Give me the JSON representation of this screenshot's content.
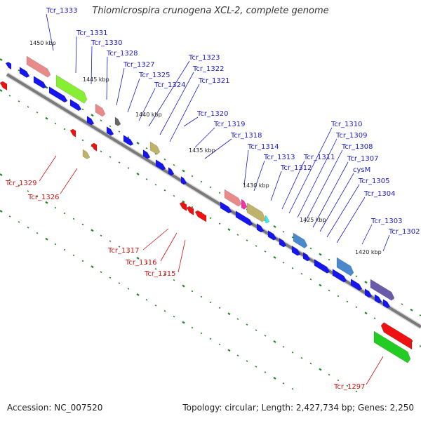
{
  "title": "Thiomicrospira crunogena XCL-2, complete genome",
  "footer": {
    "accession": "Accession: NC_007520",
    "summary": "Topology: circular; Length: 2,427,734 bp; Genes: 2,250"
  },
  "colors": {
    "forward_label": "#1a1acc",
    "reverse_label": "#cc1111",
    "gene_blue": "#1515ee",
    "gene_red": "#ee1111",
    "axis": "#888888",
    "tick": "#228822"
  },
  "scale_labels": [
    "1450 kbp",
    "1445 kbp",
    "1440 kbp",
    "1435 kbp",
    "1430 kbp",
    "1425 kbp",
    "1420 kbp"
  ],
  "forward_gene_labels": [
    "Tcr_1333",
    "Tcr_1331",
    "Tcr_1330",
    "Tcr_1328",
    "Tcr_1327",
    "Tcr_1325",
    "Tcr_1324",
    "Tcr_1323",
    "Tcr_1322",
    "Tcr_1321",
    "Tcr_1320",
    "Tcr_1319",
    "Tcr_1318",
    "Tcr_1314",
    "Tcr_1313",
    "Tcr_1312",
    "Tcr_1311",
    "Tcr_1310",
    "Tcr_1309",
    "Tcr_1308",
    "Tcr_1307",
    "cysM",
    "Tcr_1305",
    "Tcr_1304",
    "Tcr_1303",
    "Tcr_1302"
  ],
  "reverse_gene_labels": [
    "Tcr_1329",
    "Tcr_1326",
    "Tcr_1317",
    "Tcr_1316",
    "Tcr_1315",
    "Tcr_1297"
  ]
}
